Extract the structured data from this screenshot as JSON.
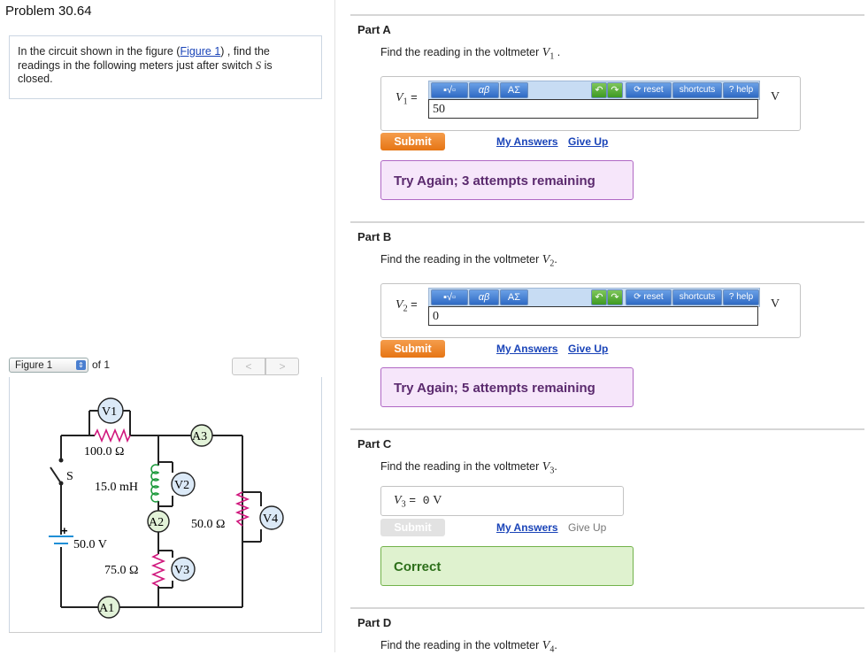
{
  "problem": {
    "title": "Problem 30.64",
    "prompt_pre": "In the circuit shown in the figure (",
    "prompt_link": "Figure 1",
    "prompt_post": ") , find the readings in the following meters just after switch ",
    "prompt_var": "S",
    "prompt_end": " is closed."
  },
  "figure_nav": {
    "selected": "Figure 1",
    "of_text": "of 1",
    "prev": "<",
    "next": ">"
  },
  "circuit": {
    "labels": {
      "v1": "V1",
      "v2": "V2",
      "v3": "V3",
      "v4": "V4",
      "a1": "A1",
      "a2": "A2",
      "a3": "A3",
      "r1": "100.0 Ω",
      "inductor": "15.0 mH",
      "r2": "50.0 Ω",
      "r3": "75.0 Ω",
      "battery": "50.0 V",
      "switch": "S",
      "plus": "+"
    }
  },
  "toolbar": {
    "tmpl": "▪√▫",
    "greek": "αβ",
    "symbols": "ΑΣ",
    "undo": "↶",
    "redo": "↷",
    "reset": "reset",
    "shortcuts": "shortcuts",
    "help": "help"
  },
  "parts": [
    {
      "title": "Part A",
      "question": "Find the reading in the voltmeter",
      "var": "V",
      "sub": "1",
      "end": " .",
      "input": "50",
      "unit": "V",
      "submit": "Submit",
      "my_answers": "My Answers",
      "give_up": "Give Up",
      "feedback": "Try Again; 3 attempts remaining"
    },
    {
      "title": "Part B",
      "question": "Find the reading in the voltmeter",
      "var": "V",
      "sub": "2",
      "end": ".",
      "input": "0",
      "unit": "V",
      "submit": "Submit",
      "my_answers": "My Answers",
      "give_up": "Give Up",
      "feedback": "Try Again; 5 attempts remaining"
    },
    {
      "title": "Part C",
      "question": "Find the reading in the voltmeter",
      "var": "V",
      "sub": "3",
      "end": ".",
      "static_answer": "= 0",
      "unit": "V",
      "submit": "Submit",
      "my_answers": "My Answers",
      "give_up": "Give Up",
      "feedback": "Correct"
    },
    {
      "title": "Part D",
      "question": "Find the reading in the voltmeter",
      "var": "V",
      "sub": "4",
      "end": "."
    }
  ],
  "colors": {
    "submit": "#e67514",
    "link": "#1a44b8",
    "try_again_bg": "#f6e6fa",
    "correct_bg": "#dff2cf",
    "resistor": "#d0177d"
  }
}
